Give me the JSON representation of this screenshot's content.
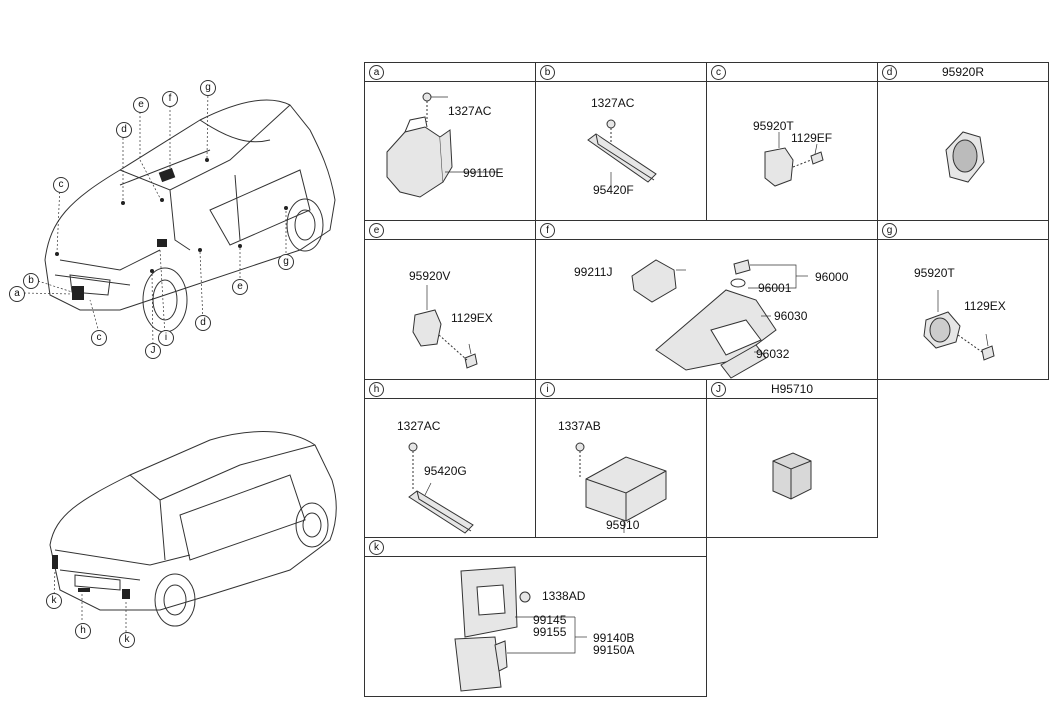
{
  "vehicle_callouts_top": [
    "a",
    "b",
    "c",
    "c",
    "d",
    "d",
    "e",
    "e",
    "f",
    "g",
    "g",
    "J",
    "i"
  ],
  "vehicle_callouts_bottom": [
    "k",
    "h",
    "k"
  ],
  "sections": {
    "a": {
      "letter": "a",
      "title": "",
      "parts": [
        "1327AC",
        "99110E"
      ]
    },
    "b": {
      "letter": "b",
      "title": "",
      "parts": [
        "1327AC",
        "95420F"
      ]
    },
    "c": {
      "letter": "c",
      "title": "",
      "parts": [
        "95920T",
        "1129EF"
      ]
    },
    "d": {
      "letter": "d",
      "title": "95920R",
      "parts": []
    },
    "e": {
      "letter": "e",
      "title": "",
      "parts": [
        "95920V",
        "1129EX"
      ]
    },
    "f": {
      "letter": "f",
      "title": "",
      "parts": [
        "99211J",
        "96001",
        "96000",
        "96030",
        "96032"
      ]
    },
    "g": {
      "letter": "g",
      "title": "",
      "parts": [
        "95920T",
        "1129EX"
      ]
    },
    "h": {
      "letter": "h",
      "title": "",
      "parts": [
        "1327AC",
        "95420G"
      ]
    },
    "i": {
      "letter": "i",
      "title": "",
      "parts": [
        "1337AB",
        "95910"
      ]
    },
    "J": {
      "letter": "J",
      "title": "H95710",
      "parts": []
    },
    "k": {
      "letter": "k",
      "title": "",
      "parts": [
        "1338AD",
        "99145",
        "99155",
        "99140B",
        "99150A"
      ]
    }
  }
}
